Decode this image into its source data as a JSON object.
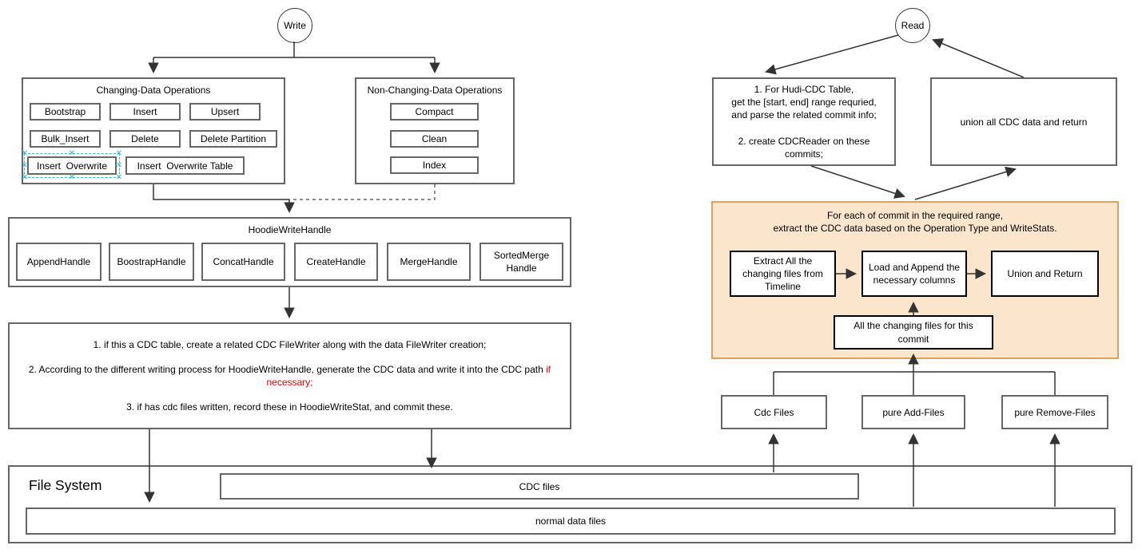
{
  "colors": {
    "orange_fill": "#fce5cd",
    "orange_stroke": "#d9a35f",
    "gray_stroke": "#666666",
    "black_stroke": "#000000",
    "connector": "#333333",
    "red_text": "#ff0000",
    "selection_blue": "#33b5e5"
  },
  "selection": {
    "handle_char": "✕"
  },
  "write_flow": {
    "start_label": "Write",
    "changing_ops": {
      "title": "Changing-Data Operations",
      "items": [
        "Bootstrap",
        "Insert",
        "Upsert",
        "Bulk_Insert",
        "Delete",
        "Delete Partition",
        "Insert  Overwrite",
        "Insert  Overwrite Table"
      ]
    },
    "non_changing_ops": {
      "title": "Non-Changing-Data Operations",
      "items": [
        "Compact",
        "Clean",
        "Index"
      ]
    },
    "write_handle": {
      "title": "HoodieWriteHandle",
      "items": [
        "AppendHandle",
        "BoostrapHandle",
        "ConcatHandle",
        "CreateHandle",
        "MergeHandle",
        "SortedMerge Handle"
      ]
    },
    "steps": {
      "line1": "1. if this a CDC table, create a related CDC FileWriter along with the data FileWriter creation;",
      "line2_black": "2. According to the different writing process for HoodieWriteHandle, generate the CDC data and write it into the CDC path ",
      "line2_red": "if necessary;",
      "line3": "3. if has cdc files written, record these in HoodieWriteStat, and commit these."
    }
  },
  "read_flow": {
    "start_label": "Read",
    "prepare_box": {
      "line1": "1. For Hudi-CDC Table,",
      "line2": "get the [start, end] range requried,",
      "line3": "and parse the related commit info;",
      "line4": "2. create CDCReader on these",
      "line5": "commits;"
    },
    "union_box": "union all CDC data and return",
    "per_commit": {
      "title_line1": "For each of commit in the required range,",
      "title_line2": "extract the CDC data based on the Operation Type and WriteStats.",
      "extract_box": "Extract All the changing files from Timeline",
      "load_box": "Load and Append the necessary columns",
      "union_return_box": "Union and Return",
      "changing_files_box": "All the changing files for this commit"
    },
    "file_groups": [
      "Cdc Files",
      "pure Add-Files",
      "pure Remove-Files"
    ]
  },
  "file_system": {
    "title": "File System",
    "cdc_bar": "CDC files",
    "normal_bar": "normal data files"
  }
}
